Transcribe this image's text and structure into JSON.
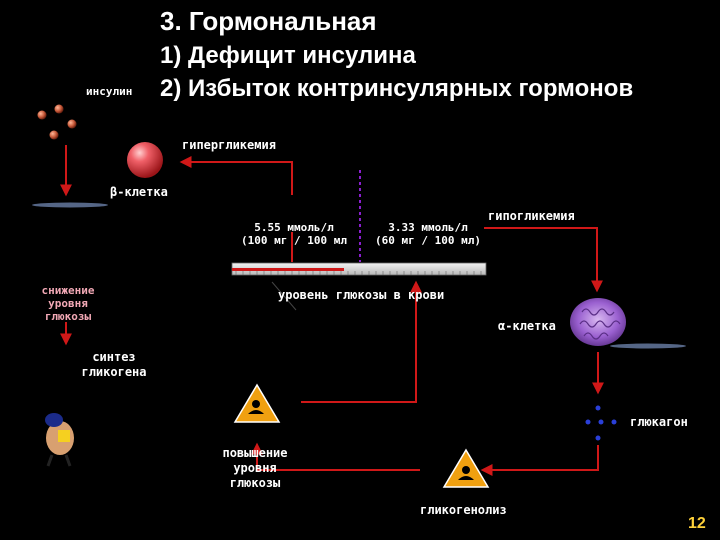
{
  "slide": {
    "title": "3. Гормональная",
    "line1": "1) Дефицит инсулина",
    "line2": "2) Избыток контринсулярных гормонов",
    "page_number": "12"
  },
  "labels": {
    "insulin": "инсулин",
    "hyperglycemia": "гипергликемия",
    "beta_cell": "β-клетка",
    "value_high_1": "5.55 ммоль/л",
    "value_high_2": "(100 мг / 100 мл",
    "value_low_1": "3.33 ммоль/л",
    "value_low_2": "(60 мг / 100 мл)",
    "hypoglycemia": "гипогликемия",
    "decrease": "снижение\nуровня\nглюкозы",
    "blood_glucose": "уровень глюкозы в крови",
    "alpha_cell": "α-клетка",
    "glycogen_synthesis": "синтез\nгликогена",
    "glucagon": "глюкагон",
    "increase": "повышение\nуровня\nглюкозы",
    "glycogenolysis": "гликогенолиз"
  },
  "colors": {
    "arrow": "#d01818",
    "glucagon_dots": "#2a3fd8",
    "dashed_line": "#8a1fd0",
    "beta_cell": "#e8484e",
    "alpha_cell": "#a06ad8",
    "pink_text": "#f2a9b6",
    "page_number": "#ffd23a"
  }
}
